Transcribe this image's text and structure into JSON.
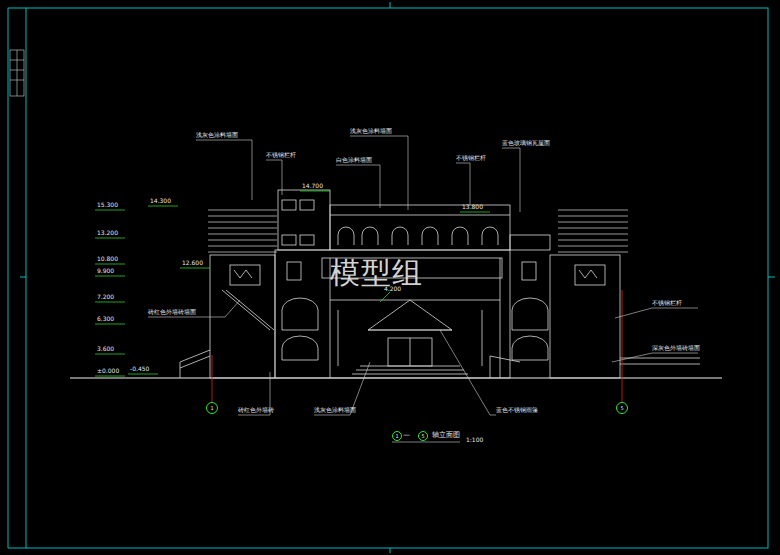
{
  "diagram": {
    "title": "轴立面图",
    "nodes": [
      {
        "text": [
          "1"
        ]
      },
      {
        "text": [
          "5"
        ]
      },
      {
        "text": [
          "1"
        ]
      },
      {
        "text": [
          "5"
        ]
      }
    ],
    "labels": [
      "模型组",
      "浅灰色涂料墙面",
      "不锈钢栏杆",
      "白色涂料墙面",
      "浅灰色涂料墙面",
      "不锈钢栏杆",
      "蓝色玻璃钢瓦屋面",
      "砖红色外墙砖墙面",
      "不锈钢栏杆",
      "深灰色外墙砖墙面",
      "砖红色外墙砖",
      "浅灰色涂料墙面",
      "蓝色不锈钢雨篷",
      "15.300",
      "13.200",
      "10.800",
      "9.900",
      "7.200",
      "6.300",
      "3.600",
      "±0.000",
      "14.300",
      "12.600",
      "-0.450",
      "4.200",
      "13.800",
      "14.700",
      "—",
      "1:100"
    ]
  }
}
